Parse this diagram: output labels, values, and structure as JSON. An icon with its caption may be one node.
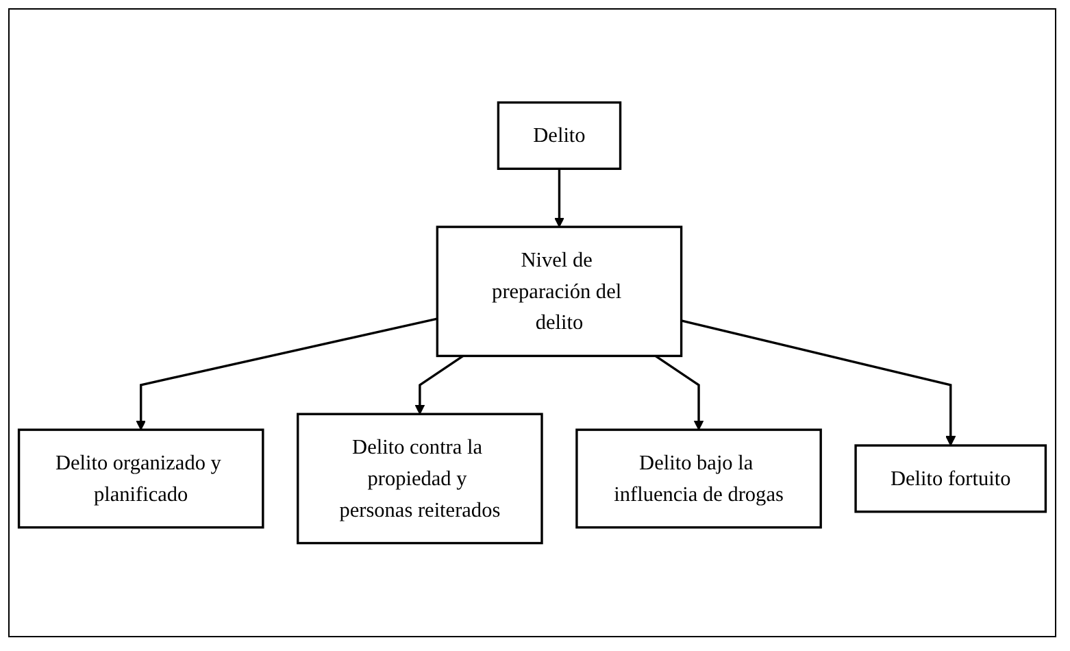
{
  "diagram": {
    "nodes": [
      {
        "text": [
          "Delito"
        ]
      },
      {
        "text": [
          "Nivel de preparación del delito"
        ]
      },
      {
        "text": [
          "Delito organizado y planificado"
        ]
      },
      {
        "text": [
          "Delito contra la propiedad y personas reiterados"
        ]
      },
      {
        "text": [
          "Delito bajo la influencia de drogas"
        ]
      },
      {
        "text": [
          "Delito fortuito"
        ]
      }
    ],
    "edges": [
      {
        "from": 0,
        "to": 1,
        "arrow": "to"
      },
      {
        "from": 1,
        "to": 2,
        "arrow": "to"
      },
      {
        "from": 1,
        "to": 3,
        "arrow": "to"
      },
      {
        "from": 1,
        "to": 4,
        "arrow": "to"
      },
      {
        "from": 1,
        "to": 5,
        "arrow": "to"
      }
    ]
  }
}
